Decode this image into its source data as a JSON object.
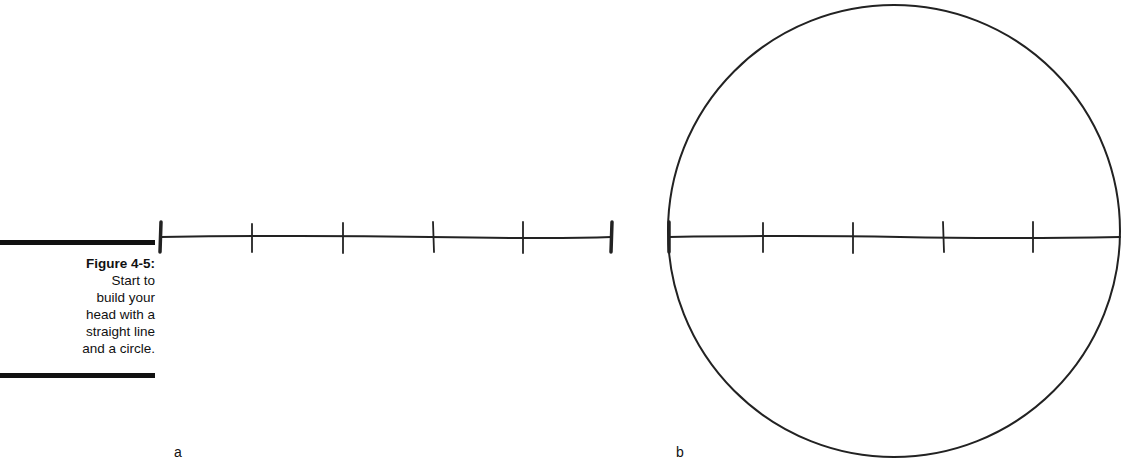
{
  "diagram": {
    "caption": "Figure 4-5: Start to build your head with a straight line and a circle.",
    "labels": [
      "a",
      "b"
    ]
  }
}
